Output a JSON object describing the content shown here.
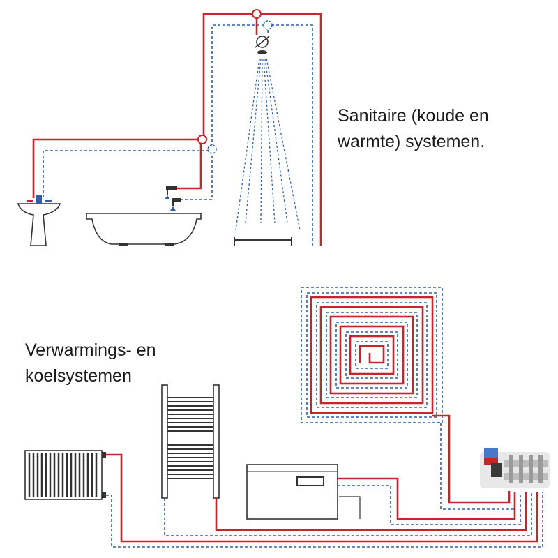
{
  "captions": {
    "sanitary": {
      "line1": "Sanitaire (koude en",
      "line2": "warmte) systemen."
    },
    "heating": {
      "line1": "Verwarmings- en",
      "line2": "koelsystemen"
    }
  },
  "colors": {
    "hot_pipe": "#c9242b",
    "cold_pipe": "#2f5fa8",
    "fixture_outline": "#333333",
    "text": "#1a1a1a"
  },
  "legend_semantics": {
    "hot_pipe_style": "solid red",
    "cold_pipe_style": "dashed blue"
  }
}
